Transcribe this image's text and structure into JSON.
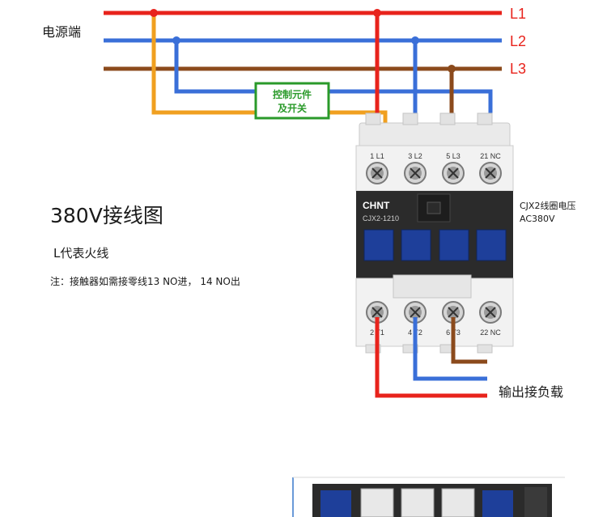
{
  "source_label": "电源端",
  "lines": {
    "l1": "L1",
    "l2": "L2",
    "l3": "L3"
  },
  "control_box": {
    "line1": "控制元件",
    "line2": "及开关"
  },
  "title": "380V接线图",
  "subtitle": "L代表火线",
  "note": "注：接触器如需接零线13 NO进， 14 NO出",
  "coil_label": {
    "line1": "CJX2线圈电压",
    "line2": "AC380V"
  },
  "output_label": "输出接负载",
  "contactor": {
    "brand": "CHNT",
    "model": "CJX2-1210",
    "top_terminals": [
      "1 L1",
      "3 L2",
      "5 L3",
      "21 NC"
    ],
    "bottom_terminals": [
      "2 T1",
      "4 T2",
      "6 T3",
      "22 NC"
    ]
  },
  "colors": {
    "l1_red": "#e8231c",
    "l2_blue": "#3a6fd8",
    "l3_brown": "#8b4a1c",
    "control_orange": "#f0a020",
    "control_box_green": "#2a9a2a",
    "contactor_body": "#f2f2f2",
    "contactor_band": "#2b2b2b",
    "contactor_blue": "#1e3f9a"
  }
}
